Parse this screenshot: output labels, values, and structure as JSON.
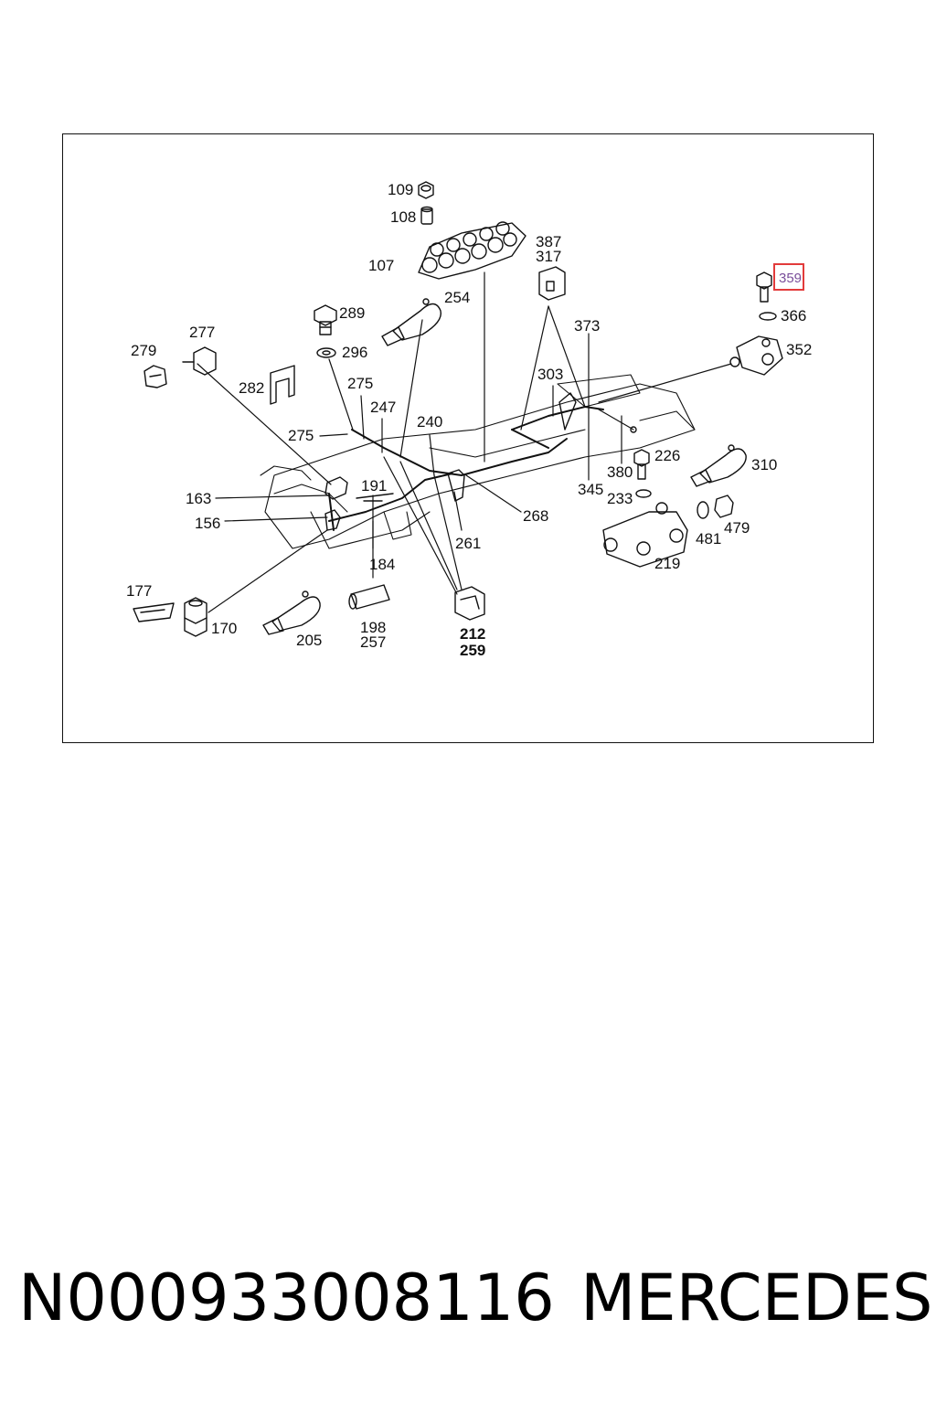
{
  "diagram": {
    "labels": {
      "p109": "109",
      "p108": "108",
      "p107": "107",
      "p387": "387",
      "p317": "317",
      "p254": "254",
      "p373": "373",
      "p359": "359",
      "p366": "366",
      "p352": "352",
      "p289": "289",
      "p277": "277",
      "p279": "279",
      "p296": "296",
      "p282": "282",
      "p275a": "275",
      "p247": "247",
      "p240": "240",
      "p303": "303",
      "p275b": "275",
      "p226": "226",
      "p310": "310",
      "p380": "380",
      "p163": "163",
      "p191": "191",
      "p345": "345",
      "p233": "233",
      "p268": "268",
      "p156": "156",
      "p479": "479",
      "p481": "481",
      "p261": "261",
      "p219": "219",
      "p184": "184",
      "p177": "177",
      "p170": "170",
      "p198": "198",
      "p257": "257",
      "p205": "205",
      "p212": "212",
      "p259": "259"
    },
    "highlighted_part": "359"
  },
  "footer": {
    "part_number": "N000933008116",
    "brand": "MERCEDES"
  }
}
